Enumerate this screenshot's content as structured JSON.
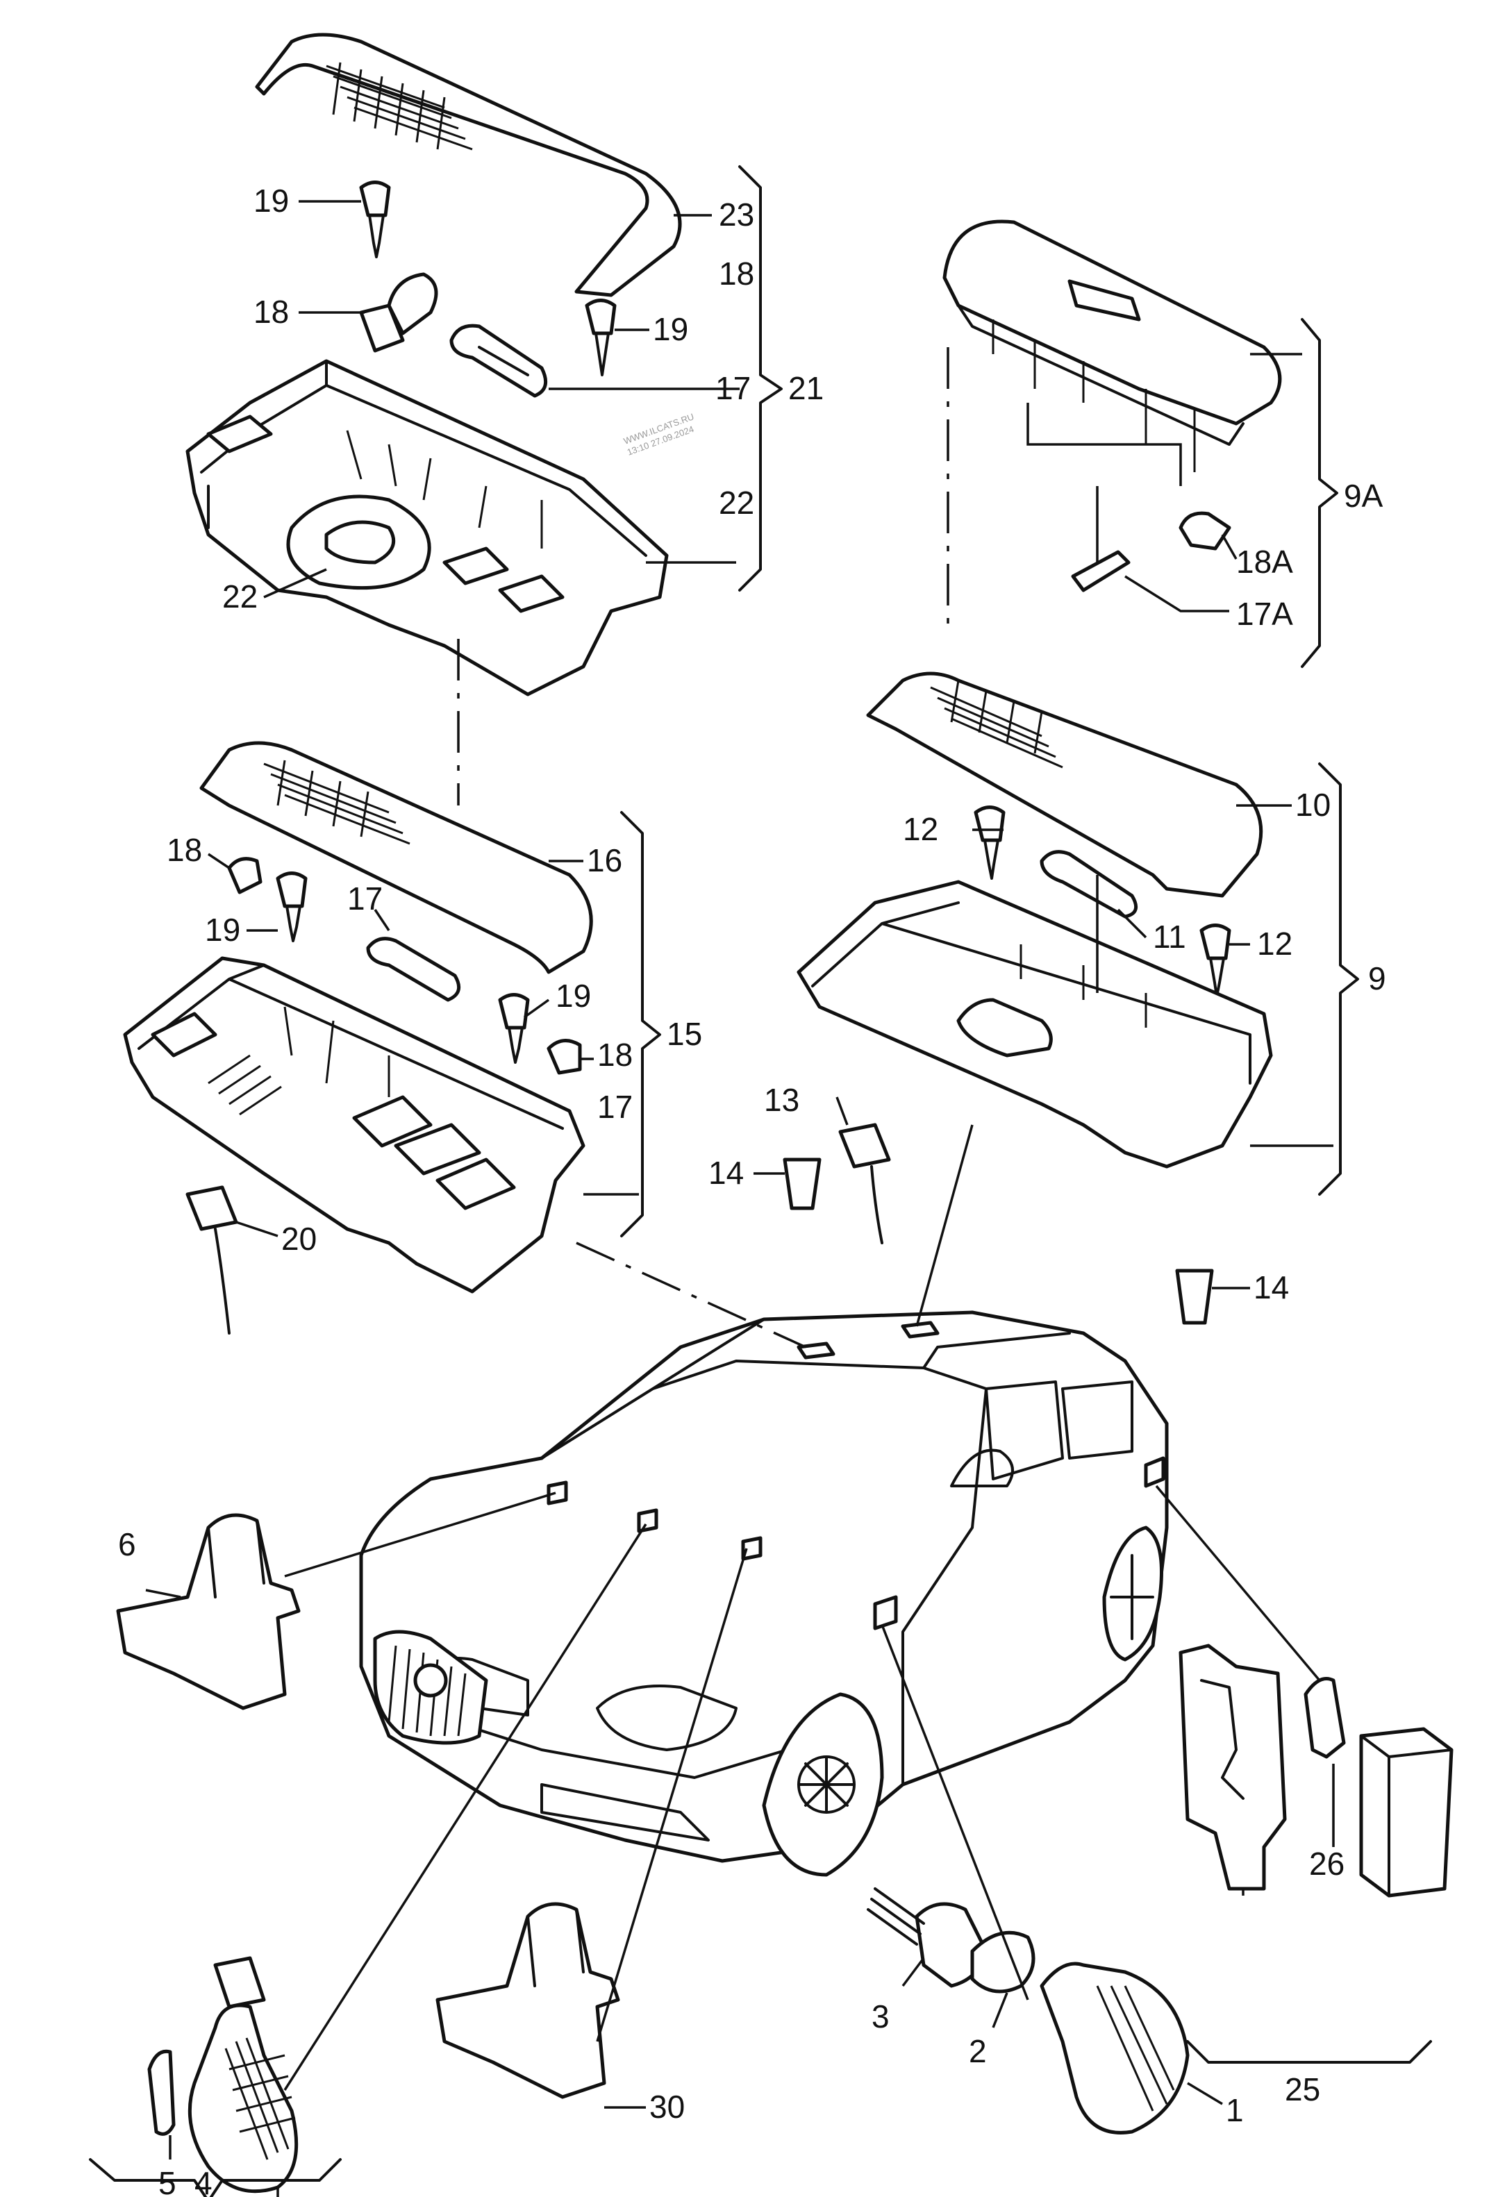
{
  "watermark": {
    "line1": "WWW.ILCATS.RU",
    "line2": "13:10 27.09.2024"
  },
  "labels": {
    "l1": "1",
    "l2": "2",
    "l3": "3",
    "l4": "4",
    "l5": "5",
    "l6": "6",
    "l9": "9",
    "l9A": "9A",
    "l10": "10",
    "l11": "11",
    "l12a": "12",
    "l12b": "12",
    "l13": "13",
    "l14a": "14",
    "l14b": "14",
    "l15": "15",
    "l16": "16",
    "l17a": "17",
    "l17b": "17",
    "l17c": "17",
    "l17A": "17A",
    "l18a": "18",
    "l18b": "18",
    "l18c": "18",
    "l18d": "18",
    "l18A": "18A",
    "l19a": "19",
    "l19b": "19",
    "l19c": "19",
    "l19d": "19",
    "l20": "20",
    "l21": "21",
    "l22a": "22",
    "l22b": "22",
    "l23": "23",
    "l25": "25",
    "l26": "26",
    "l30": "30"
  }
}
